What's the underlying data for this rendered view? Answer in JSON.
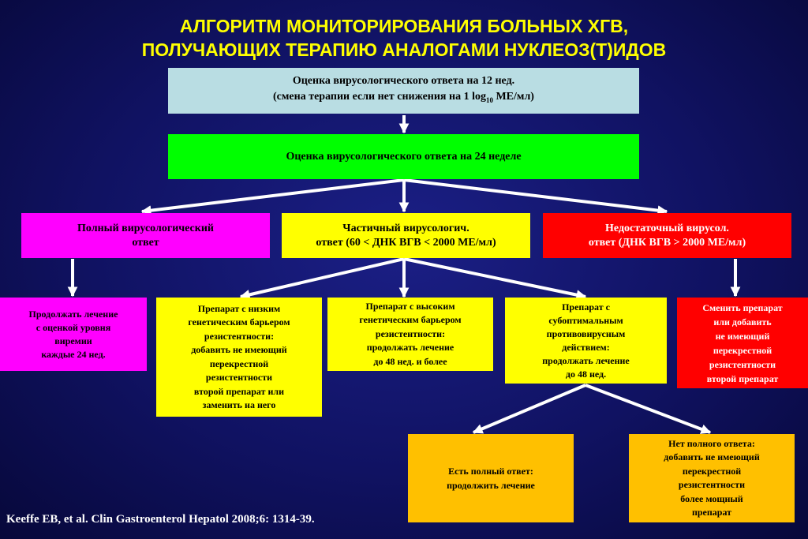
{
  "title": {
    "line1": "АЛГОРИТМ МОНИТОРИРОВАНИЯ БОЛЬНЫХ ХГВ,",
    "line2": "ПОЛУЧАЮЩИХ ТЕРАПИЮ АНАЛОГАМИ НУКЛЕОЗ(Т)ИДОВ"
  },
  "boxes": {
    "week12": {
      "line1": "Оценка вирусологического ответа на 12 нед.",
      "line2_prefix": "(смена терапии если нет снижения на 1 log",
      "line2_sub": "10",
      "line2_suffix": " МЕ/мл)"
    },
    "week24": "Оценка вирусологического ответа на 24 неделе",
    "complete": "Полный вирусологический\nответ",
    "partial": "Частичный вирусологич.\nответ (60 < ДНК ВГВ < 2000 МЕ/мл)",
    "insufficient": "Недостаточный вирусол.\nответ (ДНК ВГВ > 2000 МЕ/мл)",
    "continue_monitor": "Продолжать лечение\nс оценкой уровня\nвиремии\nкаждые 24 нед.",
    "low_barrier": "Препарат с низким\nгенетическим барьером\nрезистентности:\nдобавить не имеющий\nперекрестной\nрезистентности\nвторой препарат или\nзаменить на него",
    "high_barrier": "Препарат с высоким\nгенетическим барьером\nрезистентности:\nпродолжать лечение\nдо 48 нед. и более",
    "suboptimal": "Препарат с\nсубоптимальным\nпротивовирусным\nдействием:\nпродолжать лечение\nдо 48 нед.",
    "switch_add": "Сменить препарат\nили добавить\nне имеющий\nперекрестной\nрезистентности\nвторой препарат",
    "complete_yes": "Есть полный ответ:\nпродолжить лечение",
    "no_complete": "Нет полного ответа:\nдобавить не имеющий\nперекрестной\nрезистентности\nболее мощный\nпрепарат"
  },
  "citation": "Keeffe EB, et al. Clin Gastroenterol Hepatol 2008;6: 1314-39.",
  "colors": {
    "title": "#ffff00",
    "light_blue": "#b9dde3",
    "green": "#00ff00",
    "magenta": "#ff00ff",
    "yellow": "#ffff00",
    "red": "#ff0000",
    "orange": "#ffc000",
    "arrow": "#ffffff"
  }
}
